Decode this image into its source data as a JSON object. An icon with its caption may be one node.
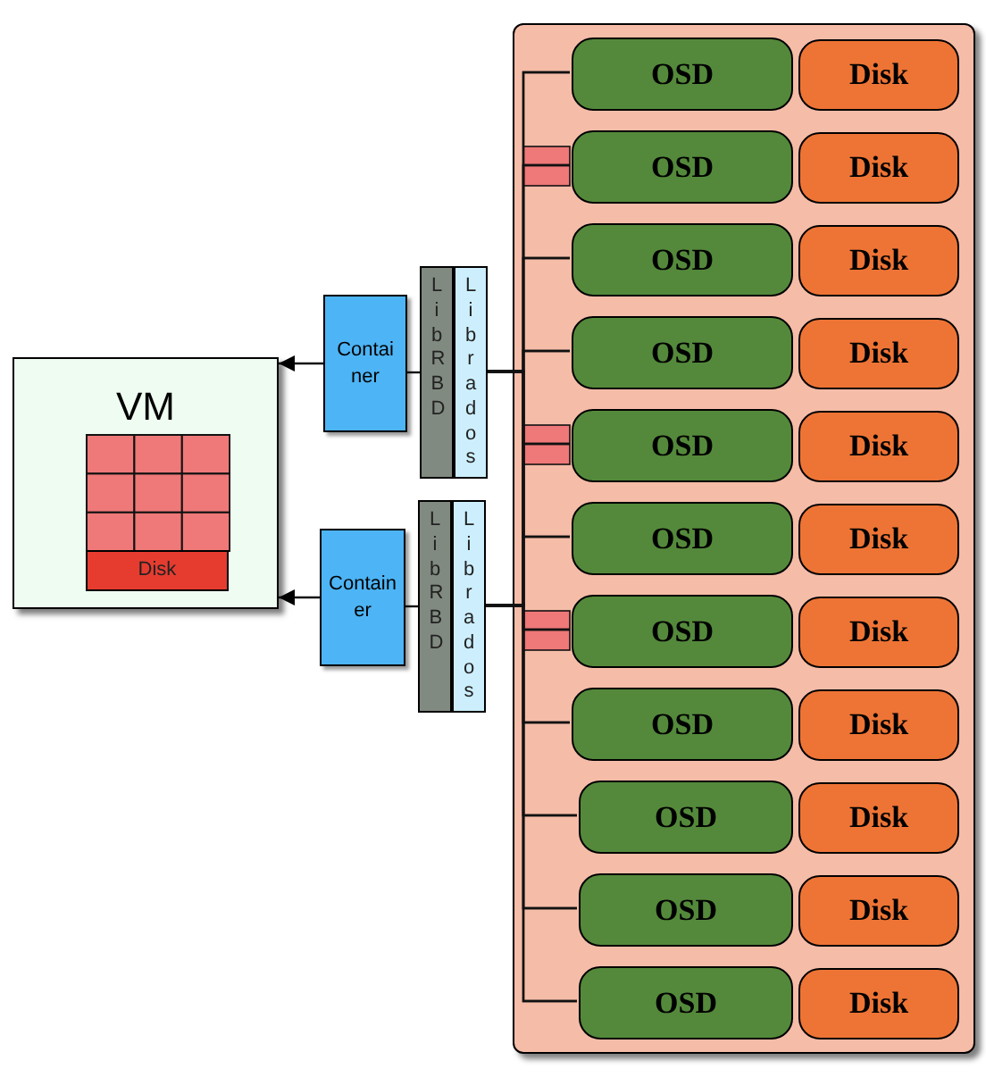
{
  "diagram": {
    "nodes": [
      {
        "text": [
          "VM"
        ]
      },
      {
        "text": [
          "Disk"
        ],
        "in": 0
      },
      {
        "text": [
          "Container"
        ]
      },
      {
        "text": [
          "LibRBD"
        ]
      },
      {
        "text": [
          "Librados"
        ]
      },
      {
        "text": [
          "Container"
        ]
      },
      {
        "text": [
          "LibRBD"
        ]
      },
      {
        "text": [
          "Librados"
        ]
      },
      {
        "text": [],
        "shape": "box"
      },
      {
        "text": [
          "OSD"
        ],
        "in": 8
      },
      {
        "text": [
          "Disk"
        ],
        "in": 8
      },
      {
        "text": [
          "OSD"
        ],
        "in": 8
      },
      {
        "text": [
          "Disk"
        ],
        "in": 8
      },
      {
        "text": [
          "OSD"
        ],
        "in": 8
      },
      {
        "text": [
          "Disk"
        ],
        "in": 8
      },
      {
        "text": [
          "OSD"
        ],
        "in": 8
      },
      {
        "text": [
          "Disk"
        ],
        "in": 8
      },
      {
        "text": [
          "OSD"
        ],
        "in": 8
      },
      {
        "text": [
          "Disk"
        ],
        "in": 8
      },
      {
        "text": [
          "OSD"
        ],
        "in": 8
      },
      {
        "text": [
          "Disk"
        ],
        "in": 8
      },
      {
        "text": [
          "OSD"
        ],
        "in": 8
      },
      {
        "text": [
          "Disk"
        ],
        "in": 8
      },
      {
        "text": [
          "OSD"
        ],
        "in": 8
      },
      {
        "text": [
          "Disk"
        ],
        "in": 8
      },
      {
        "text": [
          "OSD"
        ],
        "in": 8
      },
      {
        "text": [
          "Disk"
        ],
        "in": 8
      },
      {
        "text": [
          "OSD"
        ],
        "in": 8
      },
      {
        "text": [
          "Disk"
        ],
        "in": 8
      },
      {
        "text": [
          "OSD"
        ],
        "in": 8
      },
      {
        "text": [
          "Disk"
        ],
        "in": 8
      }
    ],
    "edges": [
      {
        "from": 2,
        "to": 0,
        "arrow": "to"
      },
      {
        "from": 5,
        "to": 0,
        "arrow": "to"
      },
      {
        "from": 3,
        "to": 2,
        "arrow": "none"
      },
      {
        "from": 6,
        "to": 5,
        "arrow": "none"
      },
      {
        "from": 4,
        "to": 9,
        "arrow": "none"
      },
      {
        "from": 4,
        "to": 11,
        "arrow": "none"
      },
      {
        "from": 4,
        "to": 13,
        "arrow": "none"
      },
      {
        "from": 4,
        "to": 15,
        "arrow": "none"
      },
      {
        "from": 4,
        "to": 17,
        "arrow": "none"
      },
      {
        "from": 4,
        "to": 19,
        "arrow": "none"
      },
      {
        "from": 4,
        "to": 21,
        "arrow": "none"
      },
      {
        "from": 4,
        "to": 23,
        "arrow": "none"
      },
      {
        "from": 4,
        "to": 25,
        "arrow": "none"
      },
      {
        "from": 4,
        "to": 27,
        "arrow": "none"
      },
      {
        "from": 4,
        "to": 29,
        "arrow": "none"
      },
      {
        "from": 7,
        "to": 9,
        "arrow": "none"
      },
      {
        "from": 7,
        "to": 11,
        "arrow": "none"
      },
      {
        "from": 7,
        "to": 13,
        "arrow": "none"
      },
      {
        "from": 7,
        "to": 15,
        "arrow": "none"
      },
      {
        "from": 7,
        "to": 17,
        "arrow": "none"
      },
      {
        "from": 7,
        "to": 19,
        "arrow": "none"
      },
      {
        "from": 7,
        "to": 21,
        "arrow": "none"
      },
      {
        "from": 7,
        "to": 23,
        "arrow": "none"
      },
      {
        "from": 7,
        "to": 25,
        "arrow": "none"
      },
      {
        "from": 7,
        "to": 27,
        "arrow": "none"
      },
      {
        "from": 7,
        "to": 29,
        "arrow": "none"
      }
    ]
  }
}
